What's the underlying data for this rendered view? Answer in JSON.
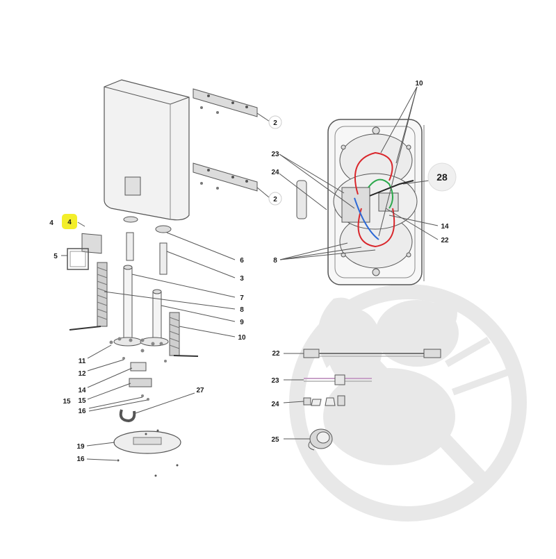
{
  "callouts": {
    "l2a": "2",
    "l2b": "2",
    "l4a": "4",
    "l4b": "4",
    "l5": "5",
    "l6": "6",
    "l3": "3",
    "l7": "7",
    "l8": "8",
    "l9": "9",
    "l10a": "10",
    "l11": "11",
    "l12": "12",
    "l14a": "14",
    "l15a": "15",
    "l15b": "15",
    "l16a": "16",
    "l27": "27",
    "l19": "19",
    "l16b": "16",
    "l10b": "10",
    "l23a": "23",
    "l24a": "24",
    "l28": "28",
    "l14b": "14",
    "l22a": "22",
    "l8b": "8",
    "l22b": "22",
    "l23b": "23",
    "l24b": "24",
    "l25": "25"
  },
  "colors": {
    "highlight": "#f3ee2a",
    "line": "#555555",
    "wire_red": "#d9262b",
    "wire_green": "#2aa84a",
    "wire_blue": "#2d6ad6",
    "watermark": "#e6e6e6"
  },
  "watermark_icon": "no-squirrel-icon"
}
